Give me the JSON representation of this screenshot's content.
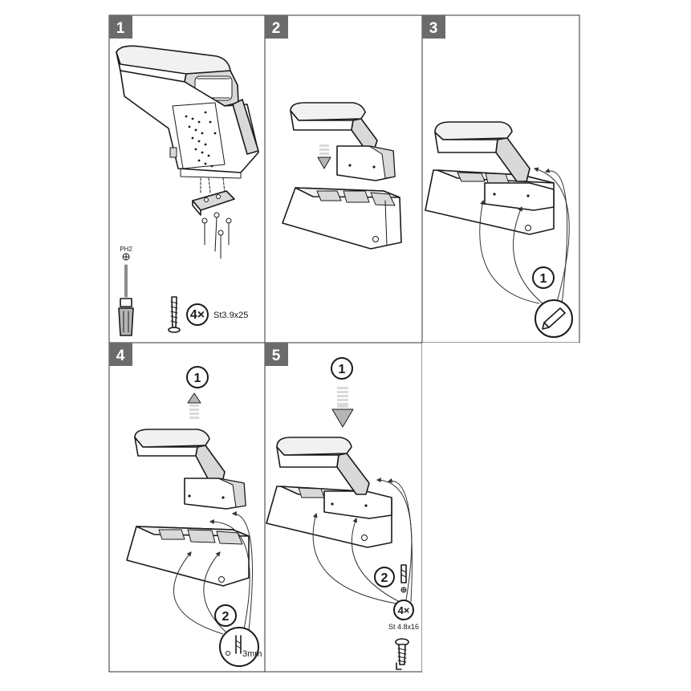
{
  "steps": [
    {
      "number": "1",
      "screw_count": "4×",
      "screw_spec": "St3.9x25",
      "driver_label": "PH2"
    },
    {
      "number": "2"
    },
    {
      "number": "3",
      "callout": "1"
    },
    {
      "number": "4",
      "callout_1": "1",
      "callout_2": "2",
      "drill_size": "3mm"
    },
    {
      "number": "5",
      "callout_1": "1",
      "callout_2": "2",
      "screw_count": "4×",
      "screw_spec": "St 4.8x16"
    }
  ],
  "colors": {
    "badge": "#6b6b6b",
    "line": "#1a1a1a",
    "frame": "#333333"
  },
  "icons": [
    "screwdriver-icon",
    "screw-icon",
    "down-arrow-icon",
    "up-arrow-icon",
    "pen-icon",
    "drill-bit-icon"
  ]
}
